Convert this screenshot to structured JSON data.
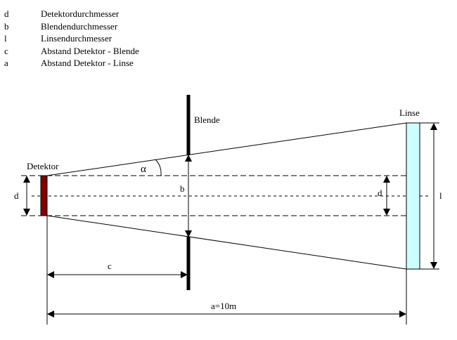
{
  "legend": [
    {
      "symbol": "d",
      "meaning": "Detektordurchmesser"
    },
    {
      "symbol": "b",
      "meaning": "Blendendurchmesser"
    },
    {
      "symbol": "l",
      "meaning": "Linsendurchmesser"
    },
    {
      "symbol": "c",
      "meaning": "Abstand Detektor - Blende"
    },
    {
      "symbol": "a",
      "meaning": "Abstand Detektor - Linse"
    }
  ],
  "labels": {
    "detector": "Detektor",
    "aperture": "Blende",
    "lens": "Linse",
    "alpha": "α",
    "d_left": "d",
    "d_right": "d",
    "b": "b",
    "l": "l",
    "c": "c",
    "a": "a=10m"
  },
  "colors": {
    "detector": "#800000",
    "lens": "#ccffff"
  }
}
